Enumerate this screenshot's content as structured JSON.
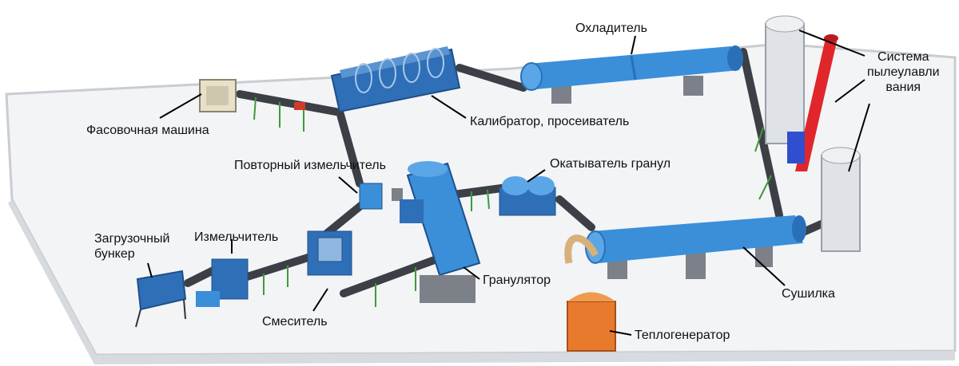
{
  "labels": {
    "cooler": "Охладитель",
    "dust_system": "Система\nпылеулавли\nвания",
    "packing_machine": "Фасовочная машина",
    "calibrator": "Калибратор, просеиватель",
    "re_crusher": "Повторный измельчитель",
    "pellet_roller": "Окатыватель гранул",
    "loading_hopper": "Загрузочный\nбункер",
    "crusher": "Измельчитель",
    "granulator": "Гранулятор",
    "dryer": "Сушилка",
    "mixer": "Смеситель",
    "heat_generator": "Теплогенератор"
  },
  "colors": {
    "floor": "#f2f4f6",
    "floor_edge": "#c9cdd2",
    "drum_blue": "#3a8fd8",
    "machine_blue": "#2f6fb8",
    "conveyor": "#3c4046",
    "support_green": "#3f9a3a",
    "dust_red": "#e0262a",
    "heater_orange": "#e87a2e"
  }
}
